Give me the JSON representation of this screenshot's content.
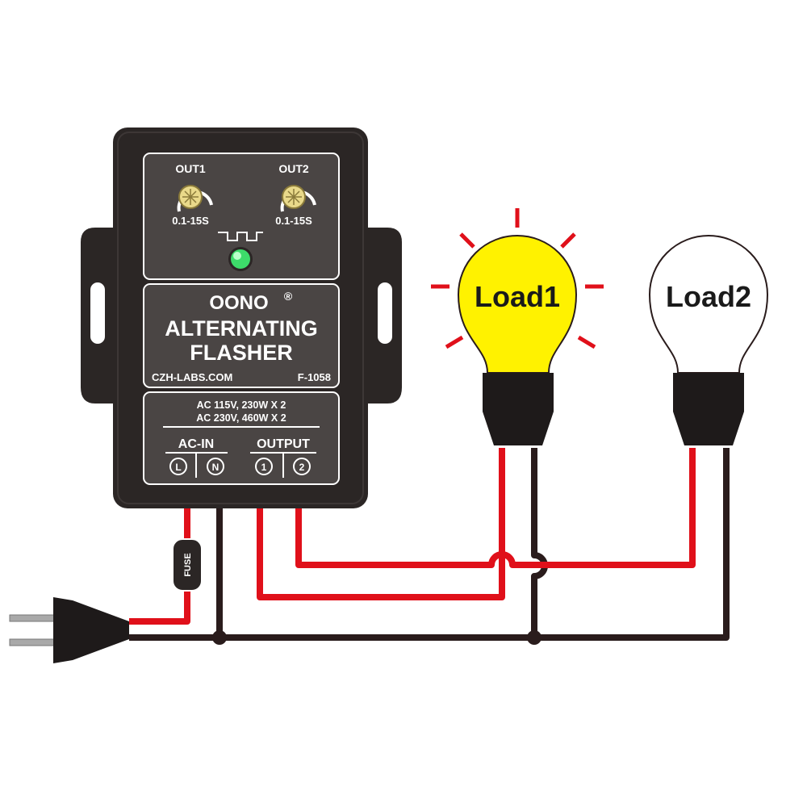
{
  "device": {
    "out1_label": "OUT1",
    "out2_label": "OUT2",
    "out1_range": "0.1-15S",
    "out2_range": "0.1-15S",
    "brand": "OONO",
    "brand_mark": "®",
    "title_line1": "ALTERNATING",
    "title_line2": "FLASHER",
    "website": "CZH-LABS.COM",
    "model": "F-1058",
    "rating_line1": "AC 115V, 230W X 2",
    "rating_line2": "AC 230V, 460W X 2",
    "ac_in_label": "AC-IN",
    "output_label": "OUTPUT",
    "terminal_l": "L",
    "terminal_n": "N",
    "terminal_1": "1",
    "terminal_2": "2"
  },
  "fuse_label": "FUSE",
  "loads": [
    {
      "label": "Load1",
      "state": "on"
    },
    {
      "label": "Load2",
      "state": "off"
    }
  ],
  "colors": {
    "housing": "#2b2625",
    "panel": "#4a4544",
    "wire_live": "#e0101a",
    "wire_neutral": "#2a1c1c",
    "bulb_on": "#fff200",
    "bulb_off": "#ffffff",
    "led": "#3ddc6a",
    "rays": "#e0101a"
  }
}
